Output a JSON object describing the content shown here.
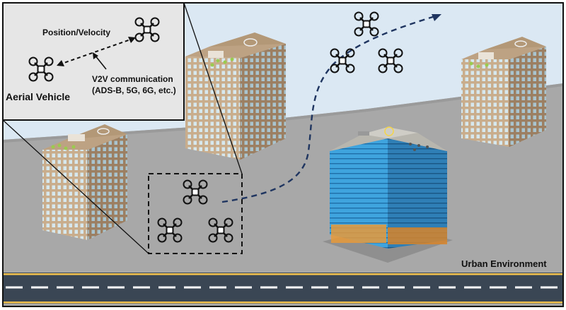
{
  "inset": {
    "position_velocity_label": "Position/Velocity",
    "v2v_label_line1": "V2V communication",
    "v2v_label_line2": "(ADS-B, 5G, 6G, etc.)",
    "aerial_vehicle_label": "Aerial Vehicle"
  },
  "scene": {
    "environment_label": "Urban Environment",
    "drone_count_sky": 3,
    "drone_count_group": 3
  },
  "colors": {
    "sky": "#dbe8f3",
    "ground": "#a9a9a9",
    "road": "#3a4654",
    "road_edge": "#f2c14e",
    "trajectory": "#1f3560",
    "glass_tower": "#3d9bd6",
    "brick_tower": "#c8a987"
  },
  "icons": [
    "quadcopter-drone-icon",
    "helipad-icon"
  ]
}
